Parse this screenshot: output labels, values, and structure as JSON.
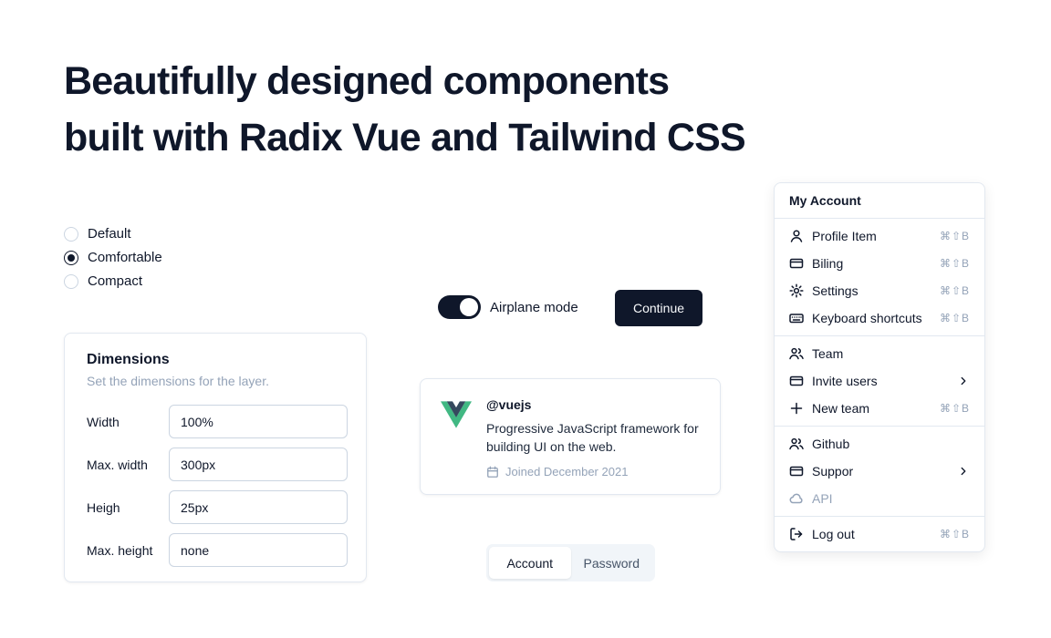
{
  "heading": {
    "line1": "Beautifully designed components",
    "line2": "built with Radix Vue and Tailwind CSS"
  },
  "radio_group": {
    "items": [
      {
        "label": "Default",
        "selected": false
      },
      {
        "label": "Comfortable",
        "selected": true
      },
      {
        "label": "Compact",
        "selected": false
      }
    ]
  },
  "dimensions": {
    "title": "Dimensions",
    "subtitle": "Set the dimensions for the layer.",
    "fields": [
      {
        "label": "Width",
        "value": "100%"
      },
      {
        "label": "Max. width",
        "value": "300px"
      },
      {
        "label": "Heigh",
        "value": "25px"
      },
      {
        "label": "Max. height",
        "value": "none"
      }
    ]
  },
  "airplane_mode": {
    "label": "Airplane mode",
    "on": true
  },
  "continue_button": {
    "label": "Continue"
  },
  "vue_card": {
    "handle": "@vuejs",
    "description": "Progressive JavaScript framework for building UI on the web.",
    "joined": "Joined December 2021"
  },
  "tabs": {
    "account": "Account",
    "password": "Password"
  },
  "menu": {
    "header": "My Account",
    "items": [
      {
        "label": "Profile Item",
        "shortcut": "⌘⇧B"
      },
      {
        "label": "Biling",
        "shortcut": "⌘⇧B"
      },
      {
        "label": "Settings",
        "shortcut": "⌘⇧B"
      },
      {
        "label": "Keyboard shortcuts",
        "shortcut": "⌘⇧B"
      },
      {
        "label": "Team"
      },
      {
        "label": "Invite users"
      },
      {
        "label": "New team",
        "shortcut": "⌘⇧B"
      },
      {
        "label": "Github"
      },
      {
        "label": "Suppor"
      },
      {
        "label": "API"
      },
      {
        "label": "Log out",
        "shortcut": "⌘⇧B"
      }
    ]
  },
  "colors": {
    "accent": "#0f172a",
    "border": "#e2e8f0",
    "muted": "#94a3b8",
    "vue_green": "#41b883",
    "vue_dark": "#35495e"
  }
}
